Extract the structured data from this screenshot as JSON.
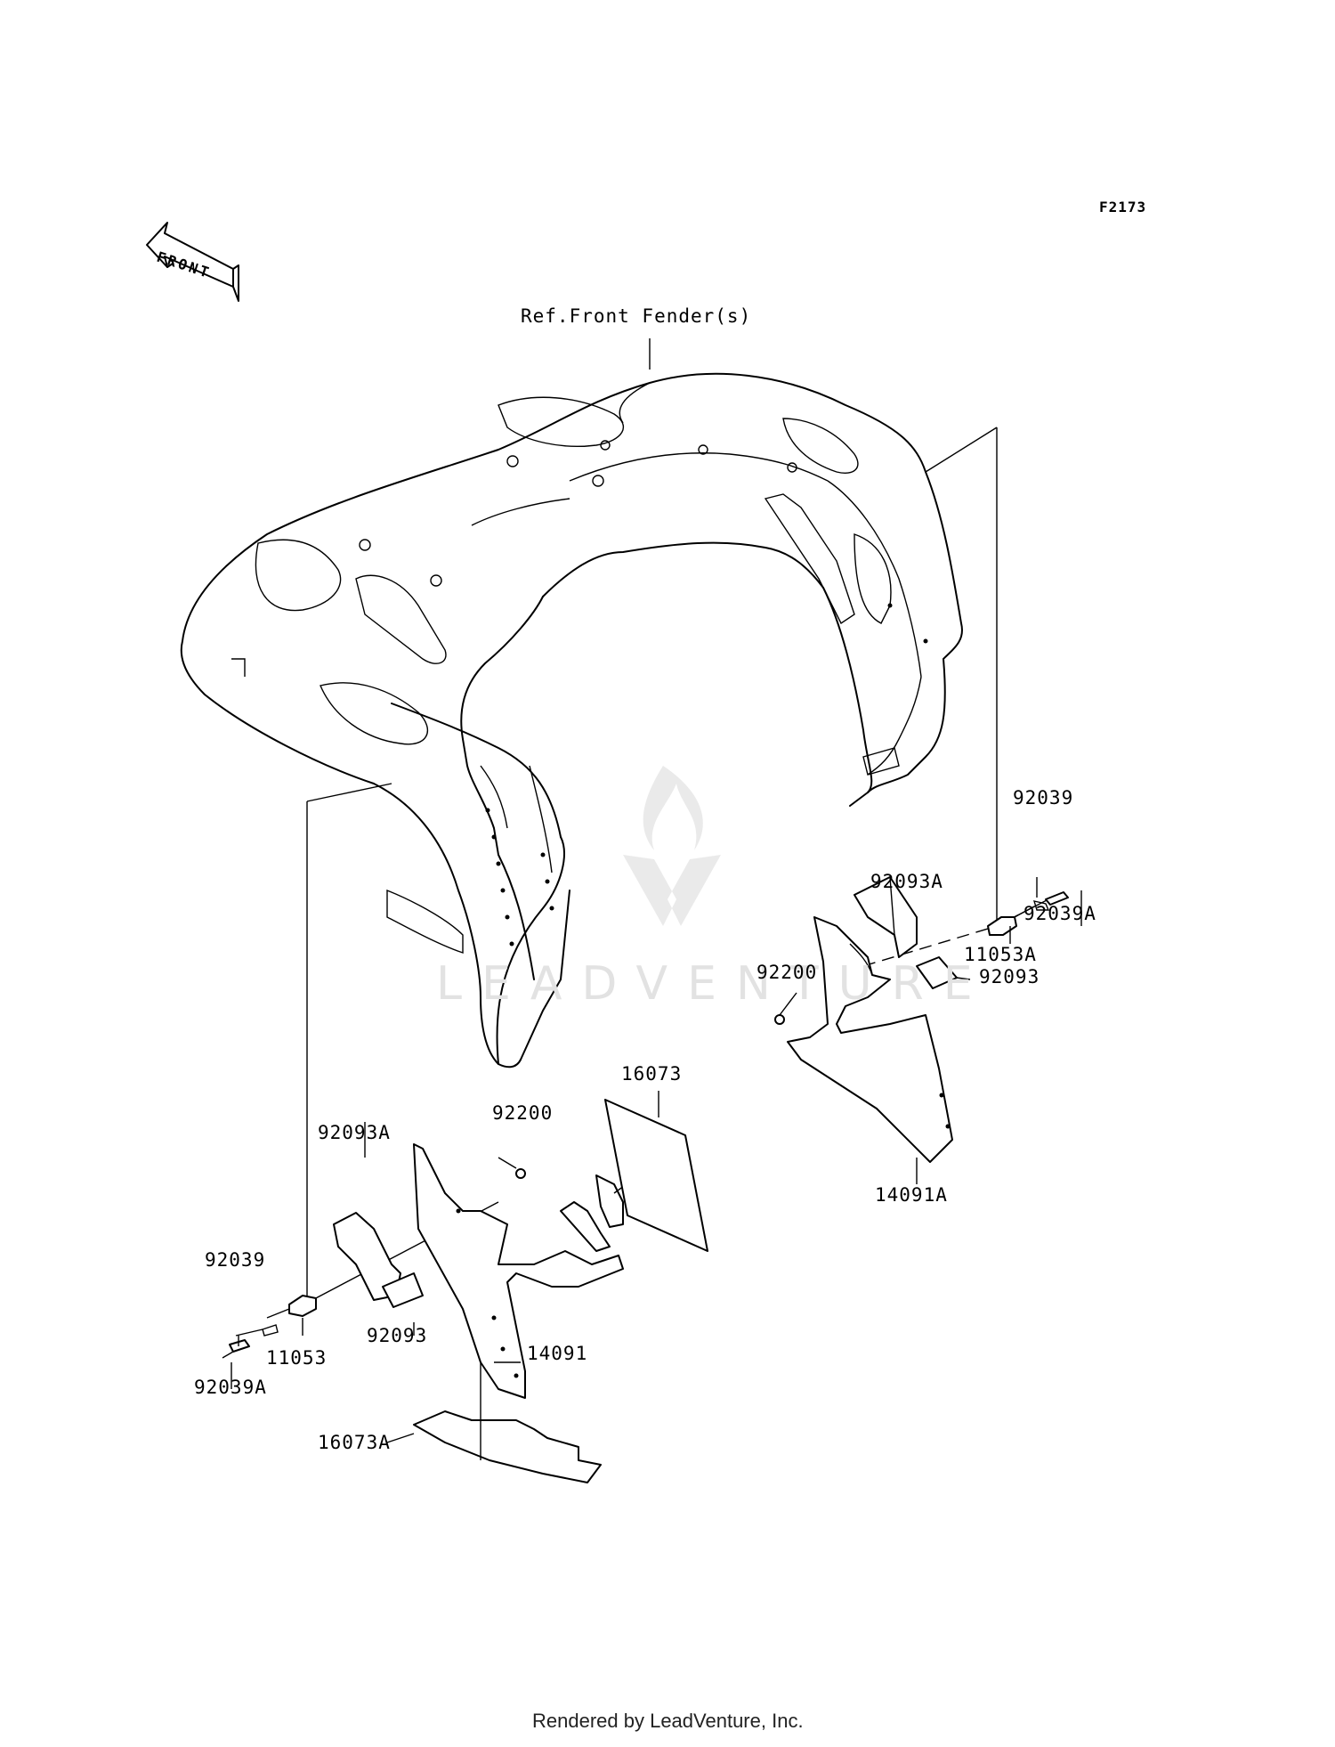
{
  "diagram": {
    "code": "F2173",
    "front_label": "FRONT",
    "ref_label": "Ref.Front Fender(s)",
    "watermark": "LEADVENTURE",
    "credit": "Rendered by LeadVenture, Inc.",
    "parts": {
      "r_92039": "92039",
      "r_92093A": "92093A",
      "r_92039A": "92039A",
      "r_11053A": "11053A",
      "r_92200": "92200",
      "r_92093": "92093",
      "r_14091A": "14091A",
      "l_16073": "16073",
      "l_92200": "92200",
      "l_92093A": "92093A",
      "l_92039": "92039",
      "l_92093": "92093",
      "l_11053": "11053",
      "l_14091": "14091",
      "l_92039A": "92039A",
      "l_16073A": "16073A"
    }
  }
}
